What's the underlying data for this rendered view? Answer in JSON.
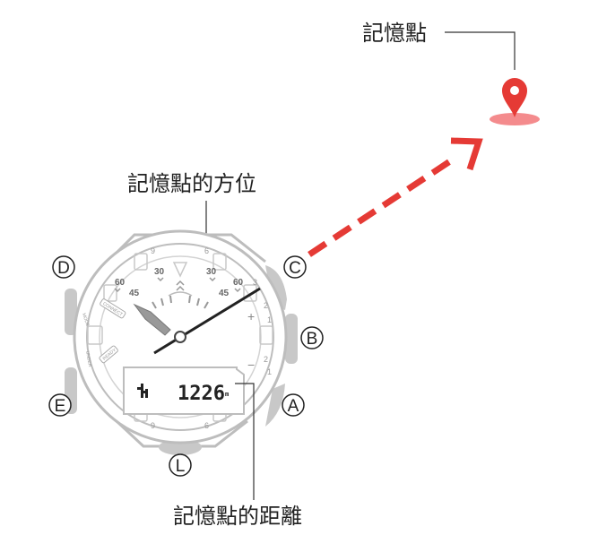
{
  "labels": {
    "memory_point": "記憶點",
    "memory_direction": "記憶點的方位",
    "memory_distance": "記憶點的距離"
  },
  "buttons": {
    "A": "A",
    "B": "B",
    "C": "C",
    "D": "D",
    "E": "E",
    "L": "L"
  },
  "watch": {
    "lcd_value": "1226",
    "lcd_unit": "m",
    "bezel_9_top": "9",
    "bezel_6_top": "6",
    "bezel_9_bottom": "9",
    "bezel_6_bottom": "6",
    "dial_60_left": "60",
    "dial_45_left": "45",
    "dial_30": "30",
    "dial_30_right": "30",
    "dial_60_right": "60",
    "dial_45_right": "45",
    "right_scale_3": "3",
    "right_scale_2": "2",
    "right_scale_1": "1",
    "right_scale_2b": "2",
    "right_scale_1b": "1",
    "plus": "+",
    "minus": "−",
    "connect": "CONNECT",
    "ready": "READY",
    "under": "UNDER",
    "mode": "MODE"
  },
  "colors": {
    "arrow": "#e53a35",
    "pin": "#e53a35",
    "pin_shadow": "#f48b8d",
    "watch_outline": "#bdbdbd",
    "watch_buttons": "#c8c8c8"
  }
}
